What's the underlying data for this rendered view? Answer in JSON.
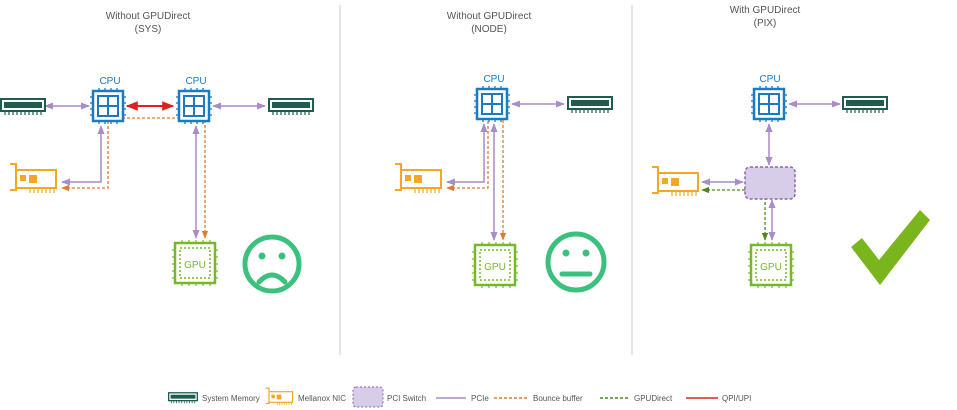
{
  "panels": [
    {
      "title": "Without GPUDirect",
      "subtitle": "(SYS)"
    },
    {
      "title": "Without GPUDirect",
      "subtitle": "(NODE)"
    },
    {
      "title": "With GPUDirect",
      "subtitle": "(PIX)"
    }
  ],
  "labels": {
    "cpu": "CPU",
    "gpu": "GPU"
  },
  "legend": {
    "system_memory": "System Memory",
    "nic": "Mellanox NIC",
    "pci_switch": "PCI Switch",
    "pcie": "PCIe",
    "bounce_buffer": "Bounce buffer",
    "gpudirect": "GPUDirect",
    "qpi": "QPI/UPI"
  },
  "outcomes": [
    {
      "panel": "SYS",
      "icon": "sad-face-icon"
    },
    {
      "panel": "NODE",
      "icon": "neutral-face-icon"
    },
    {
      "panel": "PIX",
      "icon": "checkmark-icon"
    }
  ],
  "colors": {
    "cpu": "#1a7ac2",
    "memory": "#1f5b4f",
    "nic": "#f5a623",
    "gpu": "#76b82a",
    "pci_switch_fill": "#d8cde8",
    "pci_switch_stroke": "#8a63b5",
    "pcie": "#a98cc8",
    "bounce": "#e07a2e",
    "gpudirect": "#4a8a1a",
    "qpi": "#e02020",
    "face": "#3cc07e",
    "check": "#7ab51d",
    "divider": "#c8c8c8",
    "text": "#555555"
  }
}
